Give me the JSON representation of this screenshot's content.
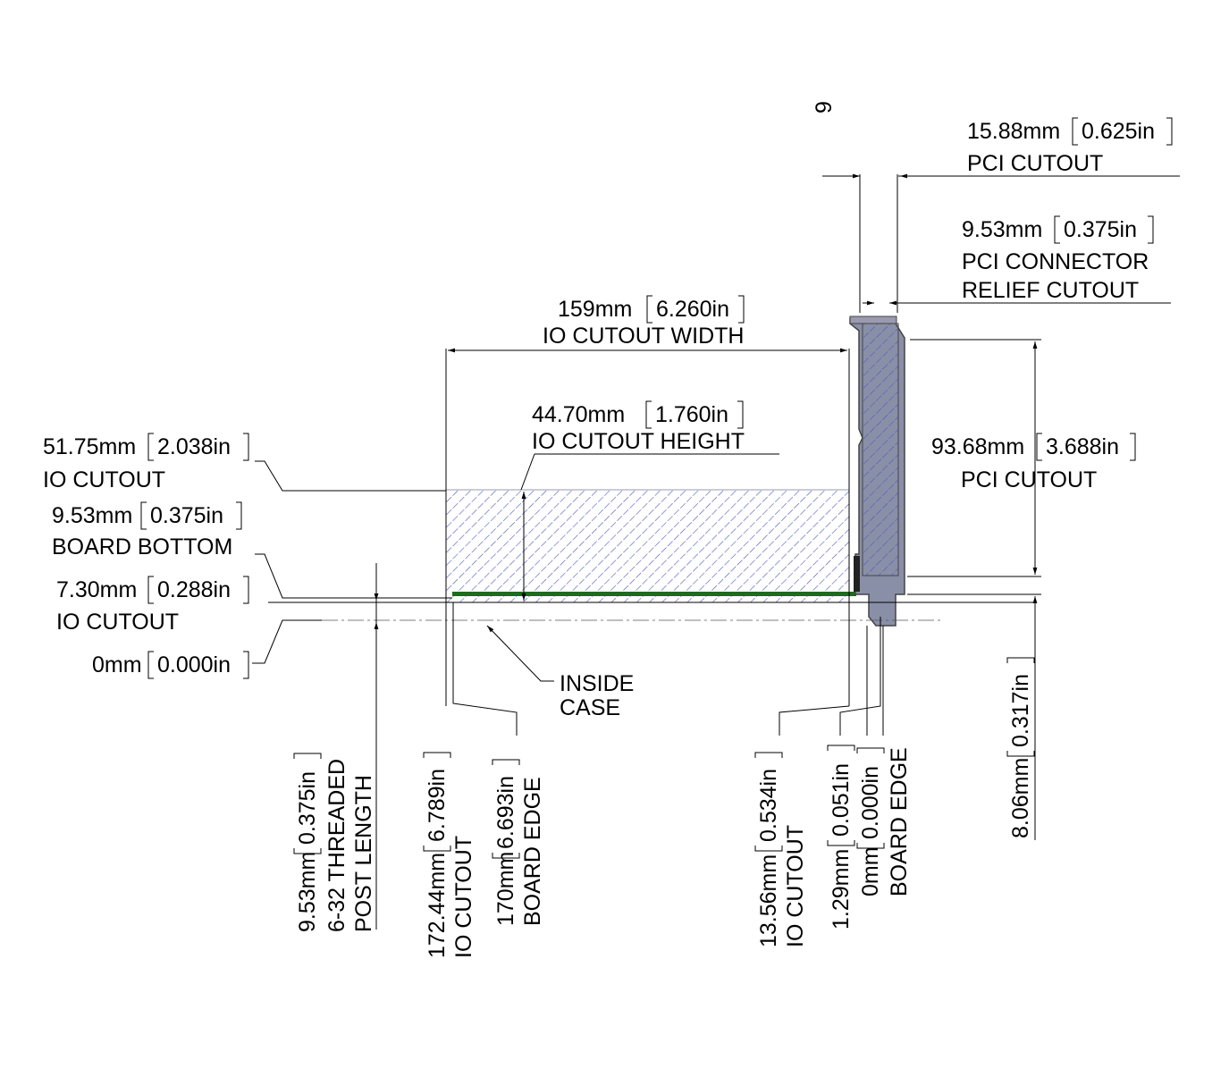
{
  "sheet_marker": "9",
  "colors": {
    "hatch": "#4a5ab8",
    "bracket_fill": "#8a8fa8",
    "bracket_stroke": "#444444",
    "board": "#1e6b1e",
    "line": "#000000"
  },
  "callouts": {
    "pci_cutout_top": {
      "mm": "15.88mm",
      "inch": "0.625in",
      "label": "PCI CUTOUT"
    },
    "pci_connector_relief": {
      "mm": "9.53mm",
      "inch": "0.375in",
      "label1": "PCI CONNECTOR",
      "label2": "RELIEF CUTOUT"
    },
    "io_cutout_width": {
      "mm": "159mm",
      "inch": "6.260in",
      "label": "IO CUTOUT WIDTH"
    },
    "io_cutout_height": {
      "mm": "44.70mm",
      "inch": "1.760in",
      "label": "IO CUTOUT HEIGHT"
    },
    "pci_cutout_right": {
      "mm": "93.68mm",
      "inch": "3.688in",
      "label": "PCI CUTOUT"
    },
    "io_cutout_left": {
      "mm": "51.75mm",
      "inch": "2.038in",
      "label": "IO CUTOUT"
    },
    "board_bottom": {
      "mm": "9.53mm",
      "inch": "0.375in",
      "label": "BOARD BOTTOM"
    },
    "io_cutout_low": {
      "mm": "7.30mm",
      "inch": "0.288in",
      "label": "IO CUTOUT"
    },
    "zero_ref": {
      "mm": "0mm",
      "inch": "0.000in"
    },
    "inside_case": {
      "line1": "INSIDE",
      "line2": "CASE"
    }
  },
  "vertical_callouts": {
    "threaded_post": {
      "mm": "9.53mm",
      "inch": "0.375in",
      "label1": "6-32 THREADED",
      "label2": "POST LENGTH"
    },
    "io_cutout_far": {
      "mm": "172.44mm",
      "inch": "6.789in",
      "label": "IO CUTOUT"
    },
    "board_edge_far": {
      "mm": "170mm",
      "inch": "6.693in",
      "label": "BOARD EDGE"
    },
    "io_cutout_near": {
      "mm": "13.56mm",
      "inch": "0.534in",
      "label": "IO CUTOUT"
    },
    "offset_small": {
      "mm": "1.29mm",
      "inch": "0.051in"
    },
    "board_edge_zero": {
      "mm": "0mm",
      "inch": "0.000in",
      "label": "BOARD EDGE"
    },
    "bottom_offset": {
      "mm": "8.06mm",
      "inch": "0.317in"
    }
  }
}
